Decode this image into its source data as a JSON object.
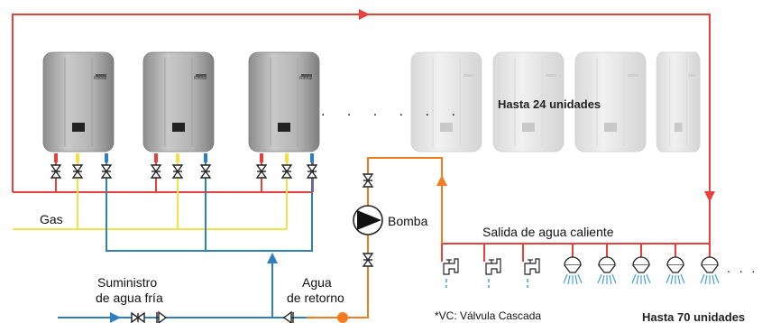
{
  "labels": {
    "gas": "Gas",
    "pump": "Bomba",
    "hot_water_outlet": "Salida de agua caliente",
    "units_max": "Hasta 24 unidades",
    "outlets_max": "Hasta 70 unidades",
    "cold_supply_line1": "Suministro",
    "cold_supply_line2": "de agua fría",
    "return_line1": "Agua",
    "return_line2": "de retorno",
    "vc_note": "*VC: Válvula Cascada",
    "heater_brand": "Rinnai",
    "ellipsis_units": ". . . . . .",
    "ellipsis_outlets": ". . ."
  },
  "colors": {
    "hot_line": "#e8413b",
    "hot_arrow_accent": "#f47c20",
    "gas_line": "#f2e24a",
    "cold_line": "#2f7fbf",
    "valve": "#222222",
    "water_drops": "#3a9ad9",
    "heater_body": "#a9a9a9",
    "heater_faded": "#e2e2e2"
  },
  "icons": {
    "valve": "butterfly-valve-icon",
    "check_valve": "check-valve-icon",
    "pump": "pump-icon",
    "faucet": "faucet-icon",
    "shower": "shower-head-icon",
    "heater": "water-heater-icon"
  }
}
